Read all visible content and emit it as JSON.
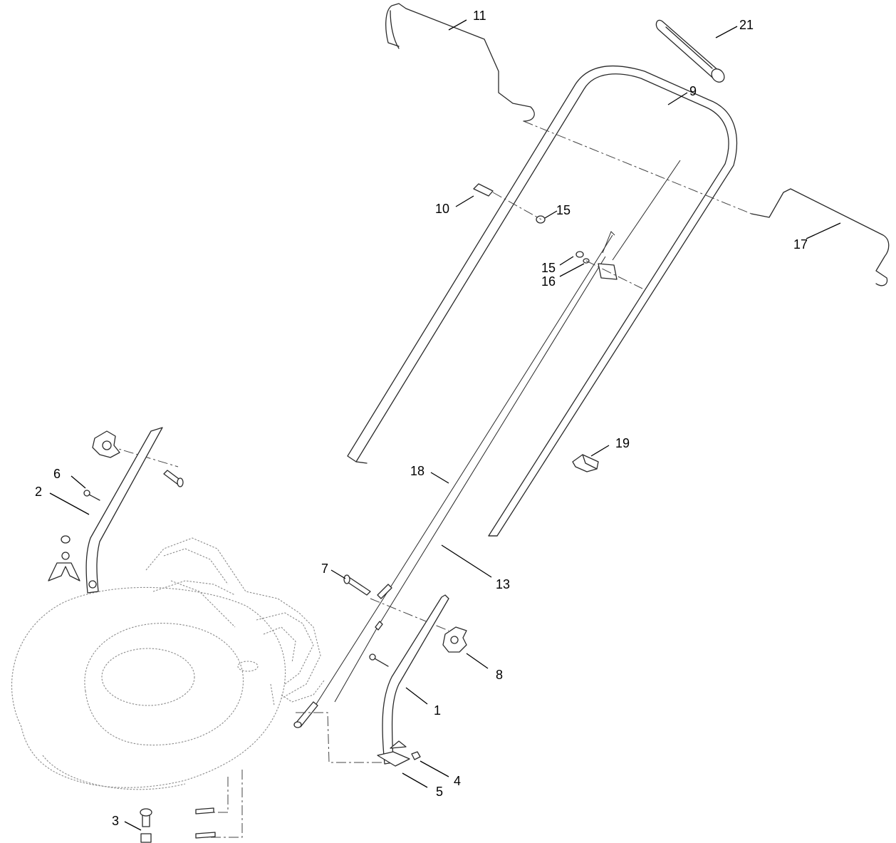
{
  "callouts": {
    "c1": "1",
    "c2": "2",
    "c3": "3",
    "c4": "4",
    "c5": "5",
    "c6": "6",
    "c7": "7",
    "c8": "8",
    "c9": "9",
    "c10": "10",
    "c11": "11",
    "c13": "13",
    "c15a": "15",
    "c15b": "15",
    "c16": "16",
    "c17": "17",
    "c18": "18",
    "c19": "19",
    "c21": "21"
  },
  "colors": {
    "line": "#2a2a2a",
    "deck_phantom": "#8c8c8c",
    "background": "#ffffff"
  }
}
